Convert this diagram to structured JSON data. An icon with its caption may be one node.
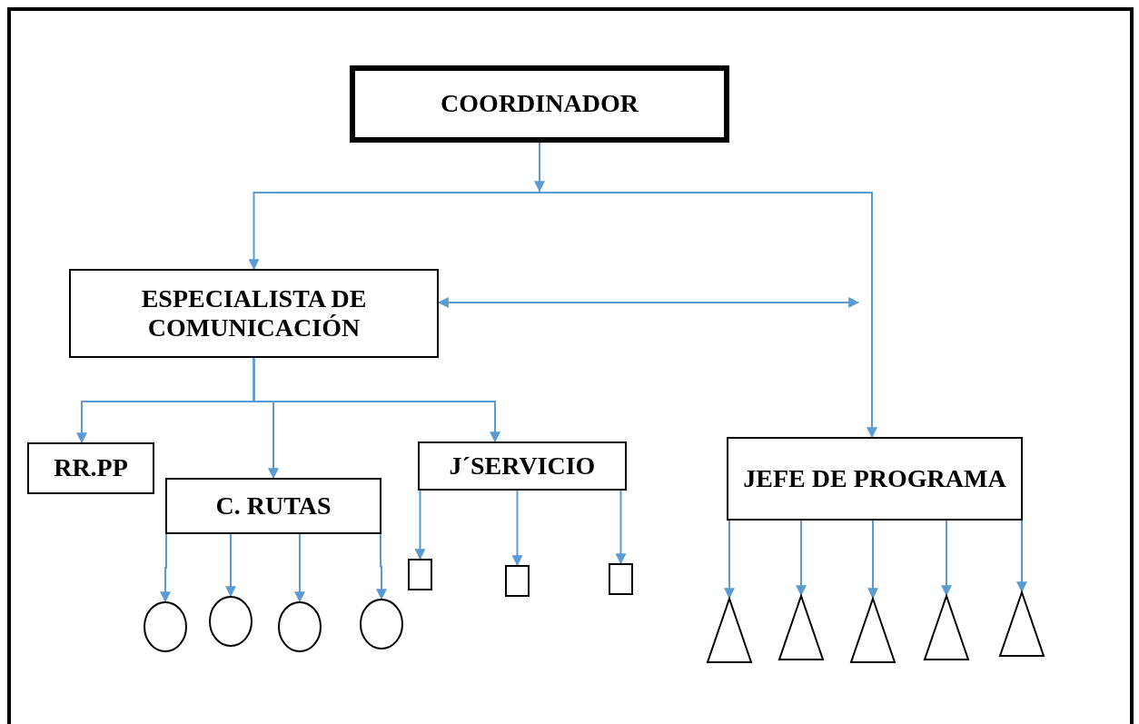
{
  "diagram": {
    "nodes": [
      {
        "text": [
          "COORDINADOR"
        ]
      },
      {
        "text": [
          "ESPECIALISTA DE COMUNICACIÓN"
        ]
      },
      {
        "text": [
          "JEFE DE PROGRAMA"
        ]
      },
      {
        "text": [
          "RR.PP"
        ]
      },
      {
        "text": [
          "C. RUTAS"
        ]
      },
      {
        "text": [
          "J´SERVICIO"
        ]
      },
      {
        "text": [],
        "shape": "circle"
      },
      {
        "text": [],
        "shape": "circle"
      },
      {
        "text": [],
        "shape": "circle"
      },
      {
        "text": [],
        "shape": "circle"
      },
      {
        "text": [],
        "shape": "box"
      },
      {
        "text": [],
        "shape": "box"
      },
      {
        "text": [],
        "shape": "box"
      },
      {
        "text": [],
        "shape": "triangle"
      },
      {
        "text": [],
        "shape": "triangle"
      },
      {
        "text": [],
        "shape": "triangle"
      },
      {
        "text": [],
        "shape": "triangle"
      },
      {
        "text": [],
        "shape": "triangle"
      }
    ],
    "edges": [
      {
        "from": 0,
        "to": 1,
        "arrow": "to"
      },
      {
        "from": 0,
        "to": 2,
        "arrow": "to"
      },
      {
        "from": 1,
        "to": null,
        "arrow": "both"
      },
      {
        "from": 1,
        "to": 3,
        "arrow": "to"
      },
      {
        "from": 1,
        "to": 4,
        "arrow": "to"
      },
      {
        "from": 1,
        "to": 5,
        "arrow": "to"
      },
      {
        "from": 4,
        "to": 6,
        "arrow": "to"
      },
      {
        "from": 4,
        "to": 7,
        "arrow": "to"
      },
      {
        "from": 4,
        "to": 8,
        "arrow": "to"
      },
      {
        "from": 4,
        "to": 9,
        "arrow": "to"
      },
      {
        "from": 5,
        "to": 10,
        "arrow": "to"
      },
      {
        "from": 5,
        "to": 11,
        "arrow": "to"
      },
      {
        "from": 5,
        "to": 12,
        "arrow": "to"
      },
      {
        "from": 2,
        "to": 13,
        "arrow": "to"
      },
      {
        "from": 2,
        "to": 14,
        "arrow": "to"
      },
      {
        "from": 2,
        "to": 15,
        "arrow": "to"
      },
      {
        "from": 2,
        "to": 16,
        "arrow": "to"
      },
      {
        "from": 2,
        "to": 17,
        "arrow": "to"
      }
    ]
  }
}
